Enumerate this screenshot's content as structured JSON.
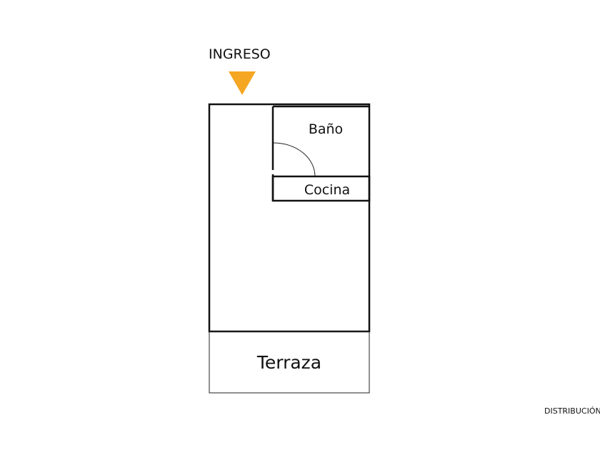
{
  "entrance": {
    "label": "INGRESO",
    "arrow_color": "#F5A623"
  },
  "rooms": {
    "bathroom": "Baño",
    "kitchen": "Cocina",
    "terrace": "Terraza"
  },
  "caption": "DISTRIBUCIÓN",
  "colors": {
    "wall": "#111111",
    "background": "#ffffff"
  }
}
